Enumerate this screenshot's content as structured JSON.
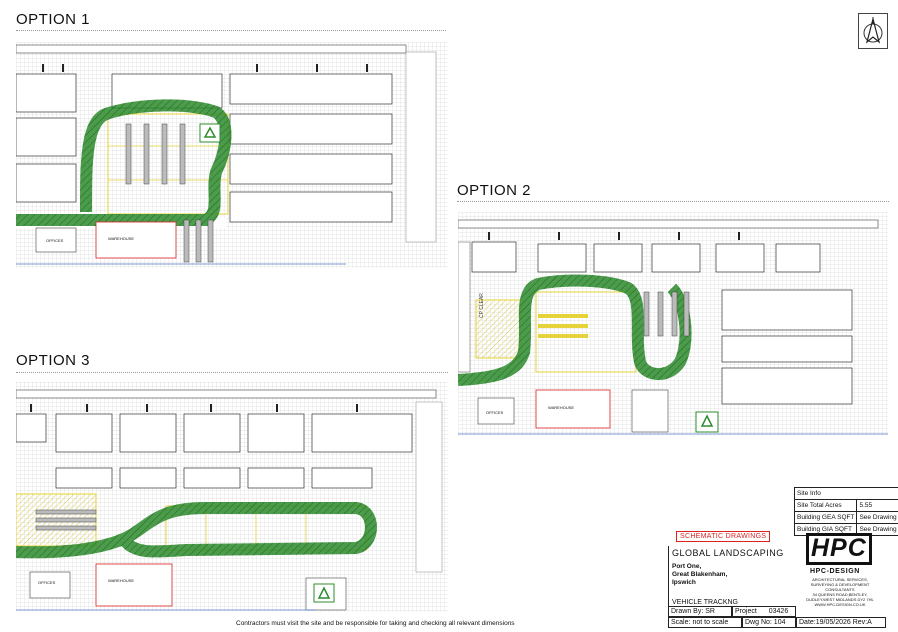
{
  "options": {
    "option1": "OPTION 1",
    "option2": "OPTION 2",
    "option3": "OPTION 3"
  },
  "plan_labels": {
    "cp_clear": "CP CLEAR",
    "warehouse": "WAREHOUSE",
    "offices": "OFFICES"
  },
  "title_block": {
    "schematic": "SCHEMATIC DRAWINGS",
    "project_name": "GLOBAL LANDSCAPING",
    "address_1": "Port One,",
    "address_2": "Great Blakenham,",
    "address_3": "Ipswich",
    "drawing_title": "VEHICLE TRACKNG",
    "drawn_by_label": "Drawn By:",
    "drawn_by": "SR",
    "project_label": "Project",
    "project_no": "03426",
    "scale_label": "Scale:",
    "scale": "not to scale",
    "dwg_label": "Dwg No:",
    "dwg_no": "104",
    "date_label": "Date:",
    "date": "19/05/2026",
    "rev_label": "Rev:",
    "rev": "A",
    "logo_text": "HPC",
    "logo_sub": "HPC-DESIGN",
    "practice_lines": [
      "ARCHITECTURAL SERVICES,",
      "SURVEYING & DEVELOPMENT",
      "CONSULTANTS",
      "34 QUEENS ROAD,BENTLEY,",
      "DUDLEY,WEST MIDLANDS DY2 7HL",
      "WWW.HPC-DESIGN.CO.UK"
    ]
  },
  "site_info": {
    "heading": "Site Info",
    "rows": [
      {
        "label": "Site Total Acres",
        "value": "5.55"
      },
      {
        "label": "Building GEA SQFT",
        "value": "See Drawing"
      },
      {
        "label": "Building GIA SQFT",
        "value": "See Drawing"
      }
    ]
  },
  "footer_note": "Contractors must visit the site and be responsible for taking and checking all relevant dimensions",
  "colors": {
    "track_green": "#2e8b2e",
    "track_fill": "#5cc25c",
    "bay_yellow": "#e6d23a",
    "red": "#dd2222",
    "blue_line": "#5577cc"
  }
}
